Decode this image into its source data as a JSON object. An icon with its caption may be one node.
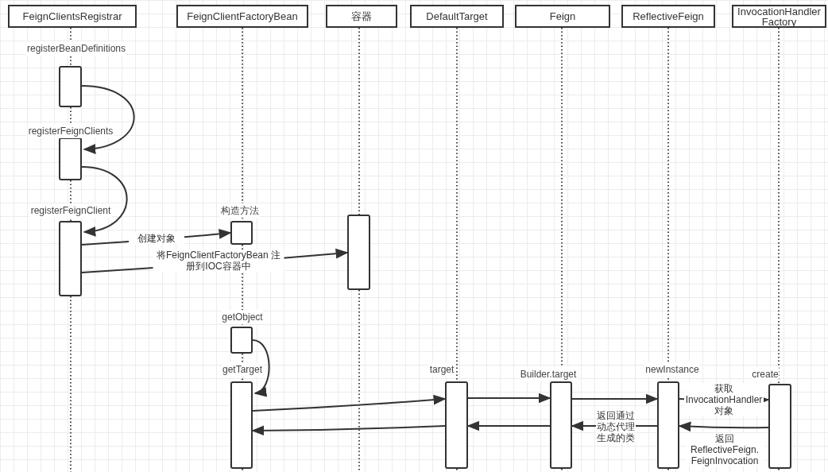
{
  "diagram": {
    "nodes": [
      {
        "text": [
          "FeignClientsRegistrar"
        ]
      },
      {
        "text": [
          "FeignClientFactoryBean"
        ]
      },
      {
        "text": [
          "容器"
        ]
      },
      {
        "text": [
          "DefaultTarget"
        ]
      },
      {
        "text": [
          "Feign"
        ]
      },
      {
        "text": [
          "ReflectiveFeign"
        ]
      },
      {
        "text": [
          "InvocationHandlerFactory"
        ]
      },
      {
        "text": [],
        "shape": "bar",
        "beside": [
          "registerBeanDefinitions"
        ]
      },
      {
        "text": [],
        "shape": "bar",
        "beside": [
          "registerFeignClients"
        ]
      },
      {
        "text": [],
        "shape": "bar",
        "beside": [
          "registerFeignClient"
        ]
      },
      {
        "text": [],
        "shape": "bar",
        "beside": [
          "构造方法"
        ]
      },
      {
        "text": [],
        "shape": "bar"
      },
      {
        "text": [],
        "shape": "bar",
        "beside": [
          "getObject"
        ]
      },
      {
        "text": [],
        "shape": "bar",
        "beside": [
          "getTarget"
        ]
      },
      {
        "text": [],
        "shape": "bar",
        "beside": [
          "target"
        ]
      },
      {
        "text": [],
        "shape": "bar",
        "beside": [
          "Builder.target"
        ]
      },
      {
        "text": [],
        "shape": "bar",
        "beside": [
          "newInstance"
        ]
      },
      {
        "text": [],
        "shape": "bar",
        "beside": [
          "create"
        ]
      }
    ],
    "edges": [
      {
        "from": 7,
        "to": 8,
        "arrow": "to"
      },
      {
        "from": 8,
        "to": 9,
        "arrow": "to"
      },
      {
        "from": 9,
        "to": 10,
        "arrow": "to",
        "label": "创建对象"
      },
      {
        "from": 9,
        "to": 11,
        "arrow": "to",
        "label": "将FeignClientFactoryBean 注册到IOC容器中"
      },
      {
        "from": 12,
        "to": 13,
        "arrow": "to"
      },
      {
        "from": 13,
        "to": 14,
        "arrow": "to"
      },
      {
        "from": 14,
        "to": 15,
        "arrow": "to"
      },
      {
        "from": 15,
        "to": 16,
        "arrow": "to"
      },
      {
        "from": 16,
        "to": 17,
        "arrow": "to",
        "label": "获取InvocationHandler对象"
      },
      {
        "from": 17,
        "to": 16,
        "arrow": "to",
        "label": "返回 ReflectiveFeign. FeignInvocation"
      },
      {
        "from": 16,
        "to": 15,
        "arrow": "to",
        "label": "返回通过动态代理生成的类"
      },
      {
        "from": 15,
        "to": 14,
        "arrow": "to"
      },
      {
        "from": 14,
        "to": 13,
        "arrow": "to"
      },
      {
        "from": 0,
        "to": 7,
        "arrow": "none",
        "style": "dashed"
      },
      {
        "from": 7,
        "to": 8,
        "arrow": "none",
        "style": "dashed"
      },
      {
        "from": 8,
        "to": 9,
        "arrow": "none",
        "style": "dashed"
      },
      {
        "from": 9,
        "to": null,
        "arrow": "none",
        "style": "dashed"
      },
      {
        "from": 1,
        "to": 10,
        "arrow": "none",
        "style": "dashed"
      },
      {
        "from": 10,
        "to": 12,
        "arrow": "none",
        "style": "dashed"
      },
      {
        "from": 12,
        "to": 13,
        "arrow": "none",
        "style": "dashed"
      },
      {
        "from": 13,
        "to": null,
        "arrow": "none",
        "style": "dashed"
      },
      {
        "from": 2,
        "to": 11,
        "arrow": "none",
        "style": "dashed"
      },
      {
        "from": 11,
        "to": null,
        "arrow": "none",
        "style": "dashed"
      },
      {
        "from": 3,
        "to": 14,
        "arrow": "none",
        "style": "dashed"
      },
      {
        "from": 14,
        "to": null,
        "arrow": "none",
        "style": "dashed"
      },
      {
        "from": 4,
        "to": 15,
        "arrow": "none",
        "style": "dashed"
      },
      {
        "from": 15,
        "to": null,
        "arrow": "none",
        "style": "dashed"
      },
      {
        "from": 5,
        "to": 16,
        "arrow": "none",
        "style": "dashed"
      },
      {
        "from": 16,
        "to": null,
        "arrow": "none",
        "style": "dashed"
      },
      {
        "from": 6,
        "to": 17,
        "arrow": "none",
        "style": "dashed"
      },
      {
        "from": 17,
        "to": null,
        "arrow": "none",
        "style": "dashed"
      }
    ]
  }
}
